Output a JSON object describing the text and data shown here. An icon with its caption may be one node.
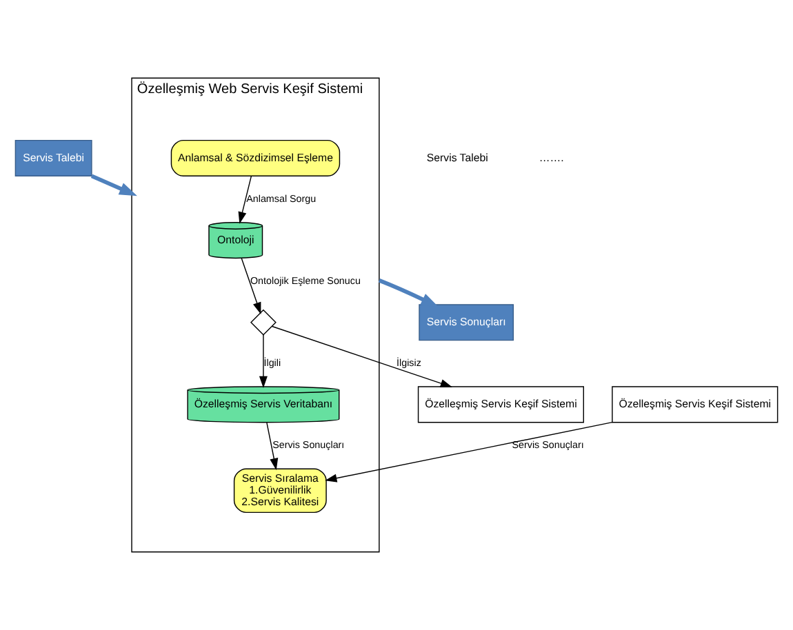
{
  "diagram": {
    "nodes": [
      {
        "text": [
          "Servis Talebi"
        ]
      },
      {
        "text": [
          "Servis Sonuçları"
        ]
      },
      {
        "text": [
          "Özelleşmiş Web Servis Keşif Sistemi"
        ]
      },
      {
        "text": [
          "Ontoloji"
        ],
        "in": 2
      },
      {
        "text": [
          "Anlamsal & Sözdizimsel Eşleme"
        ],
        "in": 2
      },
      {
        "text": [],
        "shape": "diamond",
        "in": 2
      },
      {
        "text": [
          "Özelleşmiş Servis Veritabanı"
        ],
        "in": 2
      },
      {
        "text": [
          "Servis Sıralama",
          "1.Güvenilirlik",
          "2.Servis Kalitesi"
        ],
        "in": 2
      },
      {
        "text": [
          "Özelleşmiş Servis Keşif Sistemi"
        ]
      },
      {
        "text": [
          "Özelleşmiş Servis Keşif Sistemi"
        ]
      }
    ],
    "edges": [
      {
        "from": 0,
        "to": 2,
        "arrow": "to",
        "style": "thick",
        "color": "#4f81bd"
      },
      {
        "from": 4,
        "to": 3,
        "arrow": "to",
        "label": "Anlamsal Sorgu"
      },
      {
        "from": 3,
        "to": 5,
        "arrow": "to",
        "label": "Ontolojik Eşleme Sonucu"
      },
      {
        "from": 5,
        "to": 6,
        "arrow": "to",
        "label": "İlgili"
      },
      {
        "from": 6,
        "to": 7,
        "arrow": "to",
        "label": "Servis Sonuçları"
      },
      {
        "from": 5,
        "to": 8,
        "arrow": "to",
        "label": "İlgisiz"
      },
      {
        "from": 9,
        "to": 7,
        "arrow": "to",
        "label": "Servis Sonuçları"
      },
      {
        "from": 2,
        "to": 1,
        "arrow": "to",
        "style": "thick",
        "color": "#4f81bd"
      }
    ],
    "labels": [
      "Servis Talebi",
      "……."
    ]
  }
}
